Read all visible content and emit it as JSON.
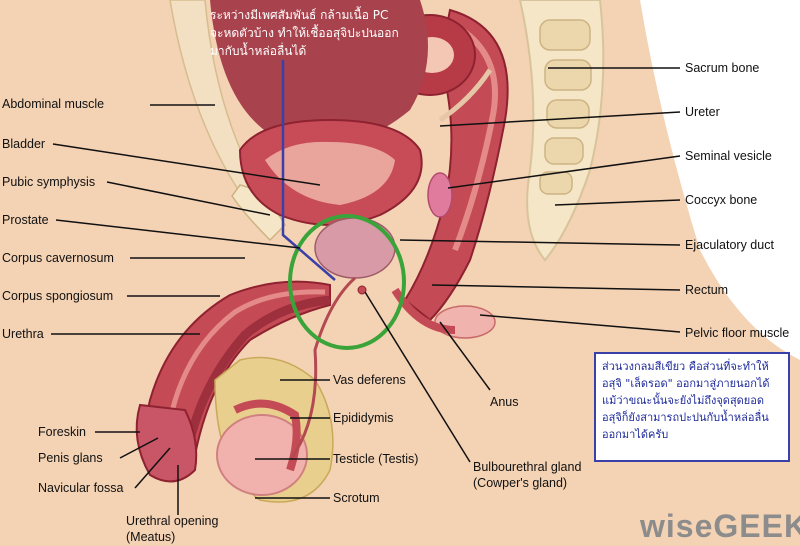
{
  "labels": {
    "abdominal_muscle": "Abdominal muscle",
    "bladder": "Bladder",
    "pubic_symphysis": "Pubic symphysis",
    "prostate": "Prostate",
    "corpus_cavernosum": "Corpus cavernosum",
    "corpus_spongiosum": "Corpus spongiosum",
    "urethra": "Urethra",
    "foreskin": "Foreskin",
    "penis_glans": "Penis glans",
    "navicular_fossa": "Navicular fossa",
    "urethral_opening": "Urethral opening",
    "meatus": "(Meatus)",
    "vas_deferens": "Vas deferens",
    "epididymis": "Epididymis",
    "testicle": "Testicle (Testis)",
    "scrotum": "Scrotum",
    "anus": "Anus",
    "bulbourethral": "Bulbourethral gland",
    "cowper": "(Cowper's gland)",
    "sacrum": "Sacrum bone",
    "ureter": "Ureter",
    "seminal_vesicle": "Seminal vesicle",
    "coccyx": "Coccyx bone",
    "ejaculatory_duct": "Ejaculatory duct",
    "rectum": "Rectum",
    "pelvic_floor": "Pelvic floor muscle"
  },
  "annotations": {
    "top_note": "ระหว่างมีเพศสัมพันธ์ กล้ามเนื้อ PC จะหดตัวบ้าง ทำให้เชื้ออสุจิปะปนออกมากับน้ำหล่อลื่นได้",
    "box_note": "ส่วนวงกลมสีเขียว คือส่วนที่จะทำให้อสุจิ \"เล็ดรอด\" ออกมาสู่ภายนอกได้ แม้ว่าขณะนั้นจะยังไม่ถึงจุดสุดยอด อสุจิก็ยังสามารถปะปนกับน้ำหล่อลื่นออกมาได้ครับ"
  },
  "watermark": "wiseGEEK",
  "colors": {
    "highlight_circle": "#3aa43a",
    "annotation_line": "#3b3fa8",
    "skin": "#f2c39c",
    "muscle": "#b83a48",
    "tissue": "#d98080",
    "bone": "#f4e6c6"
  }
}
